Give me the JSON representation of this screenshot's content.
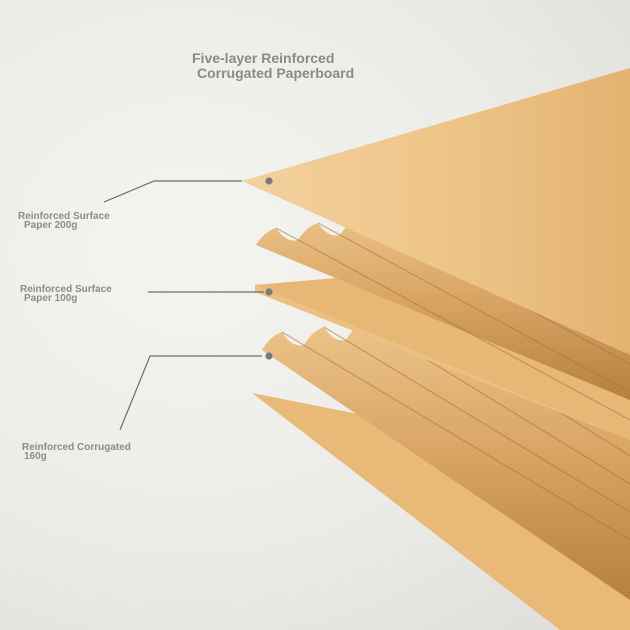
{
  "title": {
    "line1": "Five-layer Reinforced",
    "line2": "Corrugated Paperboard"
  },
  "labels": [
    {
      "line1": "Reinforced Surface",
      "line2": "Paper 200g"
    },
    {
      "line1": "Reinforced Surface",
      "line2": "Paper 100g"
    },
    {
      "line1": "Reinforced Corrugated",
      "line2": "160g"
    }
  ],
  "colors": {
    "liner_light": "#f1c98f",
    "liner_dark": "#d9a666",
    "flute_light": "#eec489",
    "flute_dark": "#b98546",
    "leader": "#6e6e6e",
    "text": "#8a8a8a"
  }
}
